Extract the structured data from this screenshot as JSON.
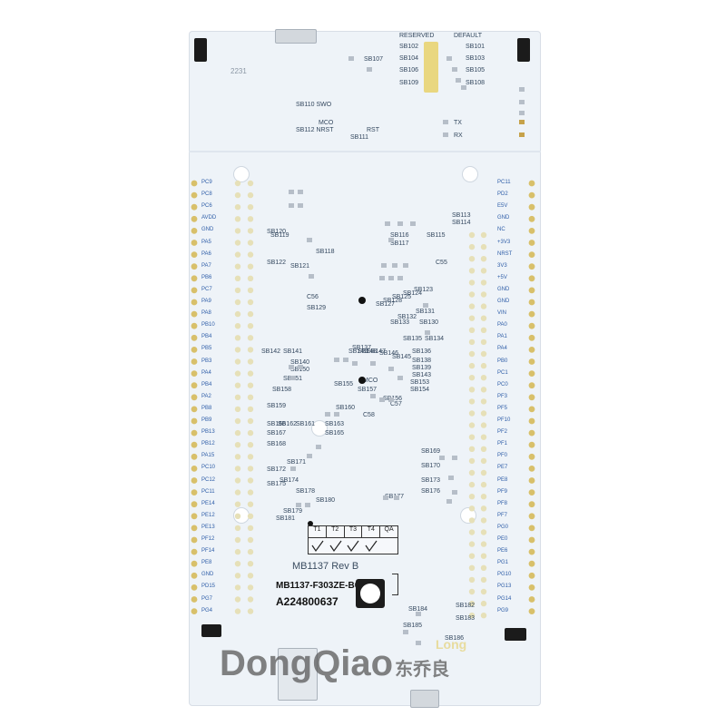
{
  "board": {
    "model_line": "MB1137 Rev B",
    "part_number": "MB1137-F303ZE-B01",
    "serial": "A224800637",
    "date_code": "2231"
  },
  "top_labels": {
    "reserved": "RESERVED",
    "default": "DEFAULT",
    "sb_reserved": [
      "SB102",
      "SB104",
      "SB106",
      "SB109"
    ],
    "sb_default": [
      "SB101",
      "SB103",
      "SB105",
      "SB108"
    ],
    "sb107": "SB107",
    "swo": "SB110 SWO",
    "mco": "MCO",
    "nrst": "SB112 NRST",
    "rst": "RST",
    "sb111": "SB111",
    "tx": "TX",
    "rx": "RX"
  },
  "test_box": {
    "headers": [
      "T1",
      "T2",
      "T3",
      "T4",
      "QA"
    ]
  },
  "watermark": {
    "latin": "DongQiao",
    "cjk": "东乔良",
    "small": "Long"
  },
  "center_labels": [
    "SB116",
    "SB117",
    "SB115",
    "SB118",
    "SB119",
    "SB121",
    "SB120",
    "SB122",
    "C56",
    "SB129",
    "C55",
    "SB123",
    "SB124",
    "SB125",
    "SB127",
    "SB128",
    "SB130",
    "SB131",
    "SB132",
    "SB133",
    "SB134",
    "SB135",
    "SB136",
    "SB137",
    "SB138",
    "SB139",
    "SB140",
    "SB141",
    "SB142",
    "SB143",
    "SB145",
    "SB146",
    "SB147",
    "SB148",
    "SB149",
    "SB150",
    "SB151",
    "SB153",
    "SB154",
    "SB155",
    "SB156",
    "SB157",
    "MCO",
    "C57",
    "SB158",
    "SB159",
    "SB160",
    "SB161",
    "SB162",
    "SB163",
    "SB165",
    "SB166",
    "SB167",
    "SB168",
    "SB169",
    "SB170",
    "SB171",
    "SB172",
    "SB173",
    "SB174",
    "SB175",
    "SB176",
    "SB177",
    "SB178",
    "SB179",
    "SB180",
    "SB181",
    "SB182",
    "SB183",
    "SB184",
    "SB185",
    "SB186",
    "SB113",
    "SB114",
    "C58"
  ],
  "left_pins": [
    "PC9",
    "PC8",
    "PC6",
    "AVDD",
    "GND",
    "PA5",
    "PA6",
    "PA7",
    "PB6",
    "PC7",
    "PA9",
    "PA8",
    "PB10",
    "PB4",
    "PB5",
    "PB3",
    "PA4",
    "PB4",
    "PA2",
    "PB8",
    "PB9",
    "PB13",
    "PB12",
    "PA15",
    "PC10",
    "PC12",
    "PC11",
    "PE14",
    "PE12",
    "PE13",
    "PF12",
    "PF14",
    "PE8",
    "GND",
    "PD15",
    "PG7",
    "PG4"
  ],
  "right_pins": [
    "PC11",
    "PD2",
    "E5V",
    "GND",
    "NC",
    "+3V3",
    "NRST",
    "3V3",
    "+5V",
    "GND",
    "GND",
    "VIN",
    "PA0",
    "PA1",
    "PA4",
    "PB0",
    "PC1",
    "PC0",
    "PF3",
    "PF5",
    "PF10",
    "PF2",
    "PF1",
    "PF0",
    "PE7",
    "PE8",
    "PF9",
    "PF8",
    "PF7",
    "PG0",
    "PE0",
    "PE6",
    "PG1",
    "PG10",
    "PG13",
    "PG14",
    "PG9"
  ]
}
